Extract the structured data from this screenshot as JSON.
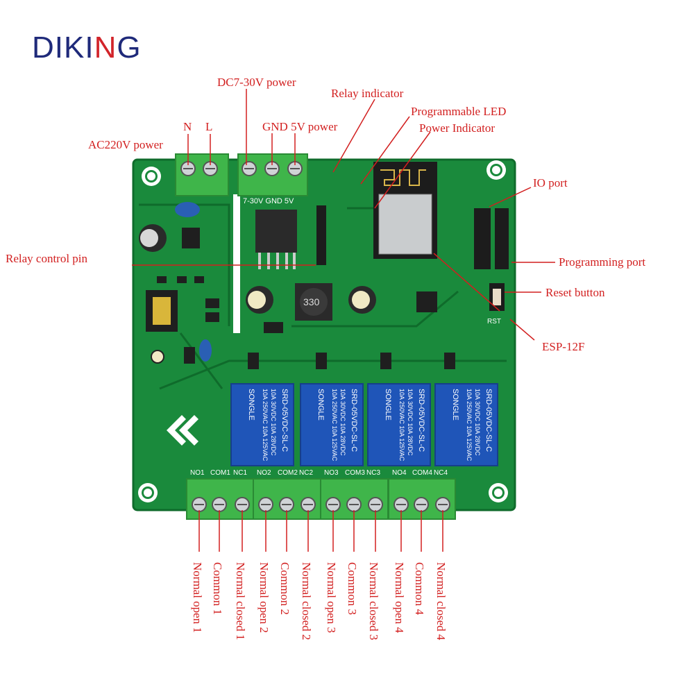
{
  "brand": {
    "name_parts": [
      "D",
      "IKI",
      "N",
      "G"
    ],
    "colors": [
      "#1f2a7a",
      "#1f2a7a",
      "#d2242a",
      "#1f2a7a"
    ]
  },
  "colors": {
    "pcb": "#1a8a3c",
    "pcb_dark": "#0f6b2b",
    "terminal": "#3fb54a",
    "relay": "#1f55b8",
    "label": "#d21f1f"
  },
  "labels": {
    "dc_power": "DC7-30V power",
    "relay_indicator": "Relay indicator",
    "programmable_led": "Programmable LED",
    "power_indicator": "Power Indicator",
    "n": "N",
    "l": "L",
    "gnd_5v": "GND 5V power",
    "ac_power": "AC220V power",
    "io_port": "IO port",
    "relay_control_pin": "Relay control pin",
    "programming_port": "Programming port",
    "reset_button": "Reset button",
    "esp": "ESP-12F"
  },
  "terminal_labels": [
    "Normal open 1",
    "Common 1",
    "Normal closed 1",
    "Normal open 2",
    "Common 2",
    "Normal closed 2",
    "Normal open 3",
    "Common 3",
    "Normal closed 3",
    "Normal open 4",
    "Common 4",
    "Normal closed 4"
  ],
  "board": {
    "silk_top": "7-30V GND 5V",
    "relay_brand": "SONGLE",
    "relay_model": "SRD-05VDC-SL-C",
    "relay_rating_1": "10A 250VAC 10A 125VAC",
    "relay_rating_2": "10A 30VDC 10A 28VDC",
    "inductor": "330",
    "rst": "RST",
    "out_labels": [
      "NO1",
      "COM1",
      "NC1",
      "NO2",
      "COM2",
      "NC2",
      "NO3",
      "COM3",
      "NC3",
      "NO4",
      "COM4",
      "NC4"
    ]
  }
}
